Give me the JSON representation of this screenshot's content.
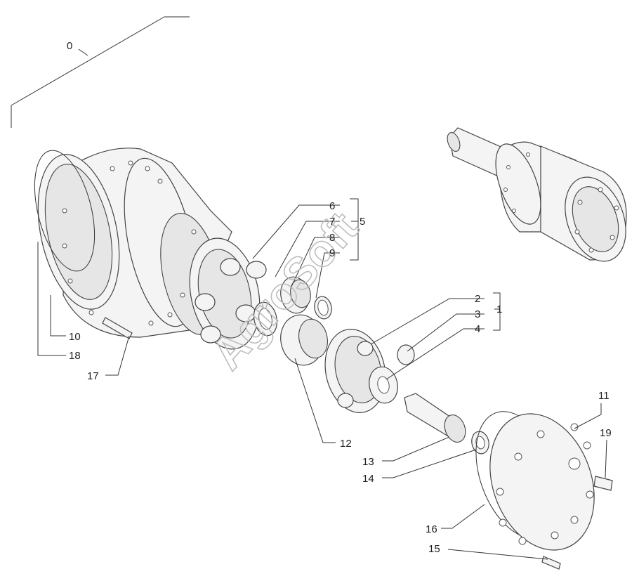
{
  "watermark": "AgroSoft",
  "callouts": [
    {
      "id": "c0",
      "text": "0"
    },
    {
      "id": "c1",
      "text": "1"
    },
    {
      "id": "c2",
      "text": "2"
    },
    {
      "id": "c3",
      "text": "3"
    },
    {
      "id": "c4",
      "text": "4"
    },
    {
      "id": "c5",
      "text": "5"
    },
    {
      "id": "c6",
      "text": "6"
    },
    {
      "id": "c7",
      "text": "7"
    },
    {
      "id": "c8",
      "text": "8"
    },
    {
      "id": "c9",
      "text": "9"
    },
    {
      "id": "c10",
      "text": "10"
    },
    {
      "id": "c11",
      "text": "11"
    },
    {
      "id": "c12",
      "text": "12"
    },
    {
      "id": "c13",
      "text": "13"
    },
    {
      "id": "c14",
      "text": "14"
    },
    {
      "id": "c15",
      "text": "15"
    },
    {
      "id": "c16",
      "text": "16"
    },
    {
      "id": "c17",
      "text": "17"
    },
    {
      "id": "c18",
      "text": "18"
    },
    {
      "id": "c19",
      "text": "19"
    }
  ]
}
